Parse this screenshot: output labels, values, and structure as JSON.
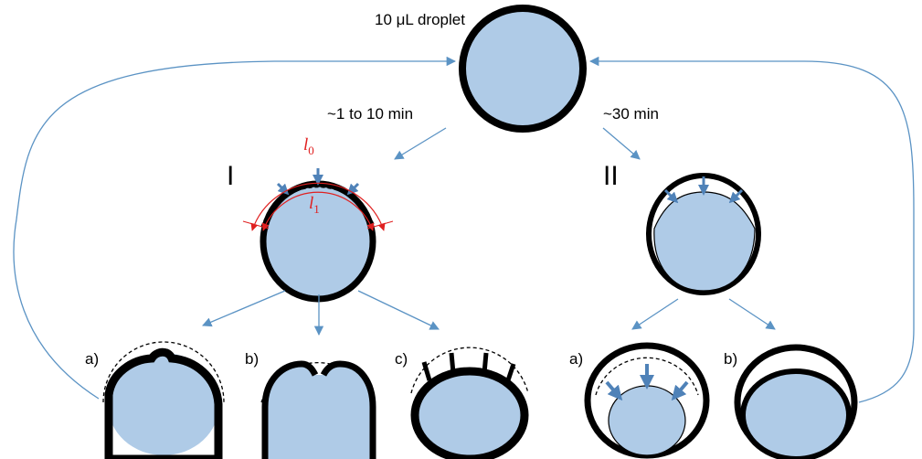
{
  "labels": {
    "droplet": "10 μL droplet",
    "time_fast": "~1 to 10 min",
    "time_slow": "~30 min",
    "branch_one": "I",
    "branch_two": "II",
    "l0_base": "l",
    "l0_sub": "0",
    "l1_base": "l",
    "l1_sub": "1"
  },
  "branch_one_outcomes": [
    {
      "label": "a)"
    },
    {
      "label": "b)"
    },
    {
      "label": "c)"
    }
  ],
  "branch_two_outcomes": [
    {
      "label": "a)"
    },
    {
      "label": "b)"
    }
  ],
  "colors": {
    "droplet_fill": "#afcbe7",
    "outline": "#000000",
    "flow_arrow": "#5b93c4",
    "length_annotation": "#e02020"
  }
}
